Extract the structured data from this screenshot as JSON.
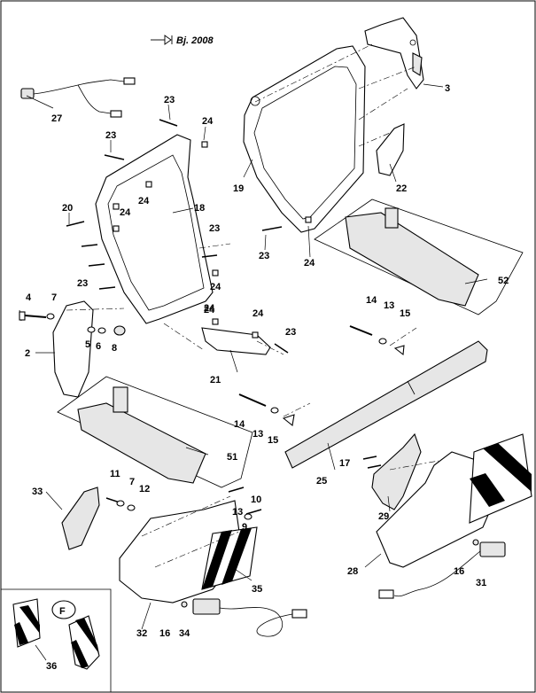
{
  "header": {
    "label": "Bj. 2008"
  },
  "inset": {
    "badge": "F"
  },
  "callouts": {
    "c3": "3",
    "c27": "27",
    "c23a": "23",
    "c24a": "24",
    "c23b": "23",
    "c19": "19",
    "c22": "22",
    "c18": "18",
    "c20": "20",
    "c24b": "24",
    "c24c": "24",
    "c23c": "23",
    "c23d": "23",
    "c24d": "24",
    "c24e": "24",
    "c24f": "24",
    "c23e": "23",
    "c52": "52",
    "c4": "4",
    "c7a": "7",
    "c5": "5",
    "c6": "6",
    "c8": "8",
    "c2": "2",
    "c14a": "14",
    "c13a": "13",
    "c15a": "15",
    "c24g": "24",
    "c24h": "24",
    "c23f": "23",
    "c21": "21",
    "c14b": "14",
    "c13b": "13",
    "c15b": "15",
    "c51": "51",
    "c25": "25",
    "c17": "17",
    "c29": "29",
    "c11": "11",
    "c7b": "7",
    "c12": "12",
    "c10": "10",
    "c13c": "13",
    "c33": "33",
    "c9": "9",
    "c35": "35",
    "c28": "28",
    "c16a": "16",
    "c31": "31",
    "c32": "32",
    "c16b": "16",
    "c34": "34",
    "c36": "36"
  }
}
